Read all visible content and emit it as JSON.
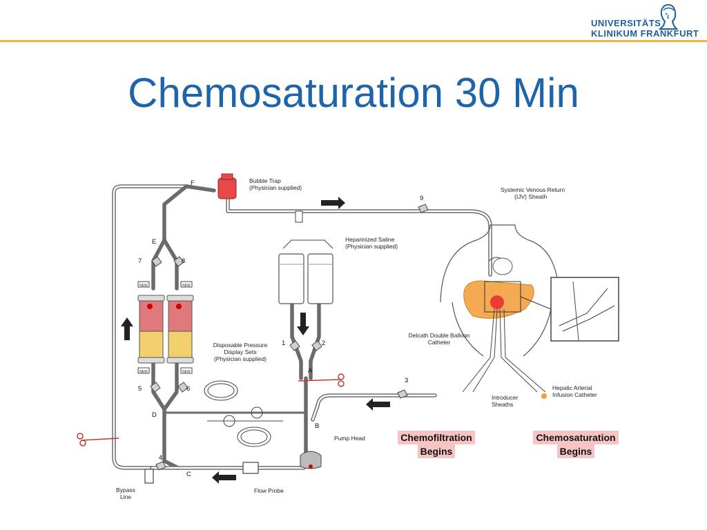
{
  "slide": {
    "title": "Chemosaturation 30 Min",
    "logo": {
      "line1": "UNIVERSITÄTS",
      "line2": "KLINIKUM FRANKFURT"
    }
  },
  "diagram": {
    "labels": {
      "bubble_trap_1": "Bubble Trap",
      "bubble_trap_2": "(Physician supplied)",
      "systemic_1": "Systemic Venous Return",
      "systemic_2": "(IJV) Sheath",
      "saline_1": "Heparinized Saline",
      "saline_2": "(Physician supplied)",
      "pressure_1": "Disposable Pressure",
      "pressure_2": "Display Sets",
      "pressure_3": "(Physician supplied)",
      "delcath_1": "Delcath Double Balloon",
      "delcath_2": "Catheter",
      "introducer_1": "Introducer",
      "introducer_2": "Sheaths",
      "hepatic_1": "Hepatic Arterial",
      "hepatic_2": "Infusion Catheter",
      "pump_head": "Pump Head",
      "flow_probe": "Flow Probe",
      "bypass_1": "Bypass",
      "bypass_2": "Line"
    },
    "letters": {
      "A": "A",
      "B": "B",
      "C": "C",
      "D": "D",
      "E": "E",
      "F": "F"
    },
    "numbers": {
      "n1": "1",
      "n2": "2",
      "n3": "3",
      "n4": "4",
      "n5": "5",
      "n6": "6",
      "n7": "7",
      "n8": "8",
      "n9": "9"
    },
    "valve_tag": "NEW",
    "callouts": {
      "chemofiltration_1": "Chemofiltration",
      "chemofiltration_2": "Begins",
      "chemosaturation_1": "Chemosaturation",
      "chemosaturation_2": "Begins"
    }
  },
  "colors": {
    "title": "#1d64aa",
    "header_rule": "#f0b44a",
    "callout_bg": "#f6c4c2",
    "filter_red": "#e0797b",
    "filter_yellow": "#f2d06e",
    "bubble_trap": "#e8484a",
    "liver": "#f3a64a"
  }
}
